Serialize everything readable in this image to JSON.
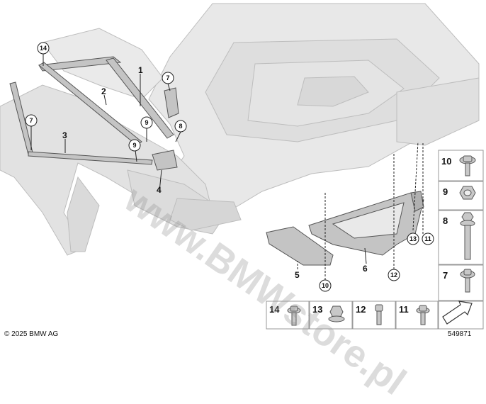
{
  "callouts": {
    "c1": "1",
    "c2": "2",
    "c3": "3",
    "c4": "4",
    "c5": "5",
    "c6": "6",
    "c7a": "7",
    "c7b": "7",
    "c8": "8",
    "c9a": "9",
    "c9b": "9",
    "c10": "10",
    "c11": "11",
    "c12": "12",
    "c13": "13",
    "c14": "14"
  },
  "legend": {
    "right": [
      "10",
      "9",
      "8",
      "7"
    ],
    "bottom": [
      "14",
      "13",
      "12",
      "11"
    ]
  },
  "watermark": "www.BMWstore.pl",
  "footer": {
    "copyright": "© 2025 BMW AG",
    "diagram_id": "549871"
  },
  "colors": {
    "body_fill": "#e6e6e6",
    "body_line": "#bdbdbd",
    "part_fill": "#bfbfbf",
    "part_line": "#555555",
    "legend_border": "#999999"
  }
}
